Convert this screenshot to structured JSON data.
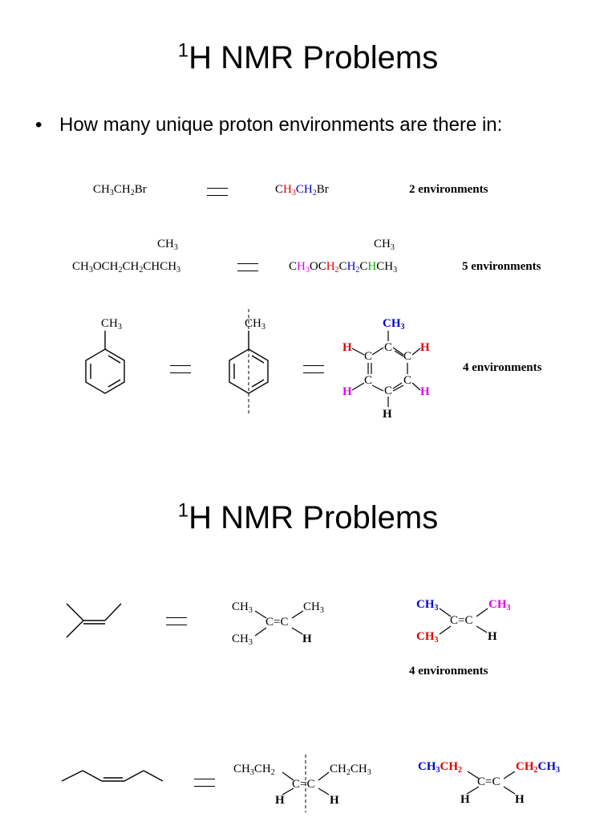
{
  "slide1": {
    "title_sup": "1",
    "title_main": "H NMR Problems",
    "bullet_symbol": "•",
    "bullet_text": "How many unique proton environments are there in:",
    "row1": {
      "formula": [
        "CH",
        "3",
        "CH",
        "2",
        "Br"
      ],
      "colored": [
        {
          "t": "C",
          "c": "#000000"
        },
        {
          "t": "H",
          "c": "#e00000"
        },
        {
          "t": "3",
          "c": "#e00000",
          "sub": true
        },
        {
          "t": "CH",
          "c": "#0000cc"
        },
        {
          "t": "2",
          "c": "#0000cc",
          "sub": true
        },
        {
          "t": "Br",
          "c": "#000000"
        }
      ],
      "result": "2 environments"
    },
    "row2": {
      "branch": "CH3",
      "formula": "CH3OCH2CH2CHCH3",
      "result": "5 environments"
    },
    "row3": {
      "substituent": "CH3",
      "result": "4 environments"
    }
  },
  "slide2": {
    "title_sup": "1",
    "title_main": "H NMR Problems",
    "row1": {
      "result": "4 environments"
    }
  },
  "colors": {
    "red": "#e00000",
    "blue": "#0000cc",
    "magenta": "#e000e0",
    "green": "#00b000"
  }
}
